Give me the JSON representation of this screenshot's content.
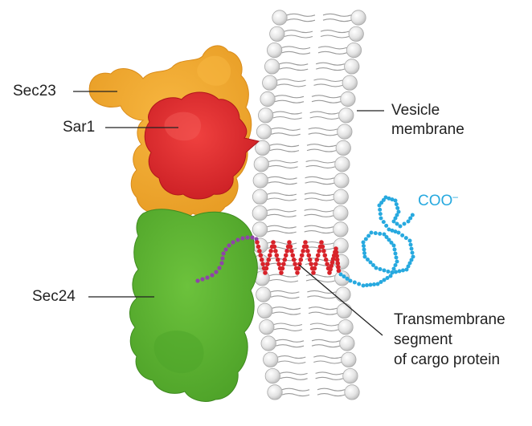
{
  "labels": {
    "sec23": "Sec23",
    "sar1": "Sar1",
    "sec24": "Sec24",
    "vesicle_line1": "Vesicle",
    "vesicle_line2": "membrane",
    "coo": "COO",
    "coo_charge": "–",
    "tm_line1": "Transmembrane",
    "tm_line2": "segment",
    "tm_line3": "of cargo protein"
  },
  "colors": {
    "sec23": "#f0a72e",
    "sar1": "#e0262b",
    "sec24": "#5fb531",
    "cargo_cytosolic_tail": "#8e44a8",
    "transmembrane_helix": "#d8232a",
    "luminal_chain": "#27a9df",
    "lipid_head": "#dedede",
    "lipid_tail": "#9a9a9a"
  }
}
